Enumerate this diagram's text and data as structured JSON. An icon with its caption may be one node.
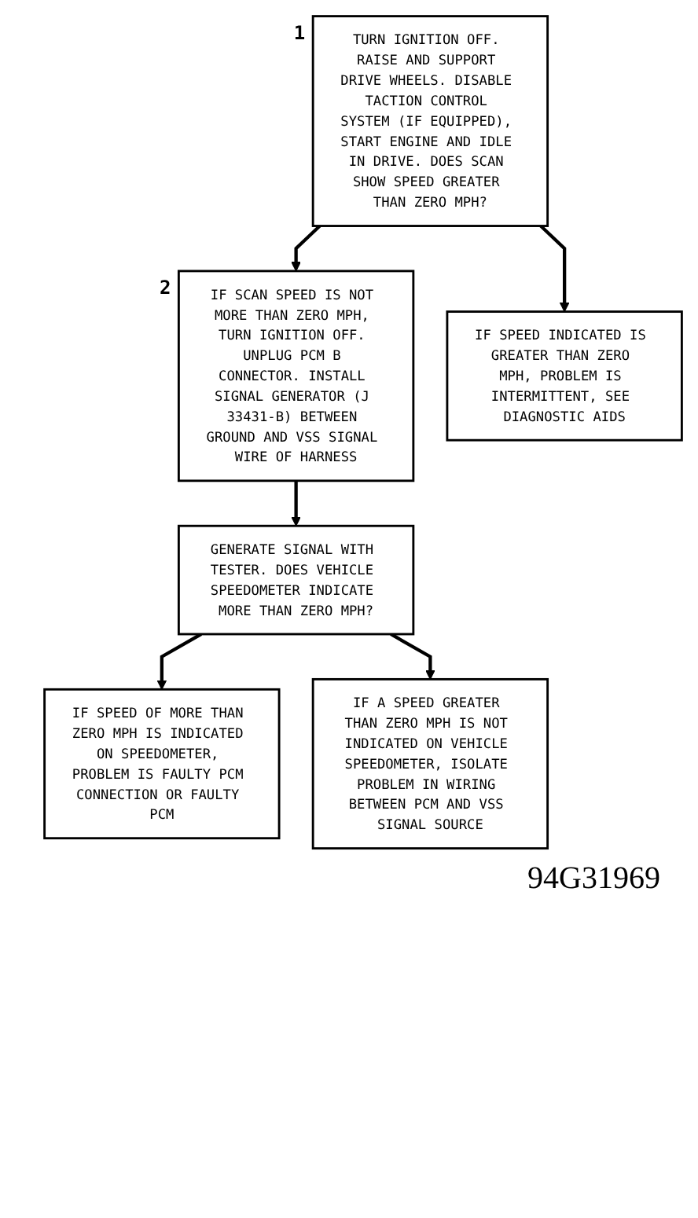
{
  "diagram": {
    "nodes": [
      {
        "text": [
          "TURN IGNITION OFF. RAISE AND SUPPORT DRIVE WHEELS. DISABLE TACTION CONTROL SYSTEM (IF EQUIPPED), START ENGINE AND IDLE IN DRIVE. DOES SCAN SHOW SPEED GREATER THAN ZERO MPH?"
        ],
        "beside": [
          "1"
        ]
      },
      {
        "text": [
          "IF SPEED INDICATED IS GREATER THAN ZERO MPH, PROBLEM IS INTERMITTENT, SEE DIAGNOSTIC AIDS"
        ]
      },
      {
        "text": [
          "IF SCAN SPEED IS NOT MORE THAN ZERO MPH, TURN IGNITION OFF. UNPLUG PCM B CONNECTOR. INSTALL SIGNAL GENERATOR (J 33431-B) BETWEEN GROUND AND VSS SIGNAL WIRE OF HARNESS"
        ],
        "beside": [
          "2"
        ]
      },
      {
        "text": [
          "GENERATE SIGNAL WITH TESTER. DOES VEHICLE SPEEDOMETER INDICATE MORE THAN ZERO MPH?"
        ]
      },
      {
        "text": [
          "IF SPEED OF MORE THAN ZERO MPH IS INDICATED ON SPEEDOMETER, PROBLEM IS FAULTY PCM CONNECTION OR FAULTY PCM"
        ]
      },
      {
        "text": [
          "IF A SPEED GREATER THAN ZERO MPH IS NOT INDICATED ON VEHICLE SPEEDOMETER, ISOLATE PROBLEM IN WIRING BETWEEN PCM AND VSS SIGNAL SOURCE"
        ]
      }
    ],
    "edges": [
      {
        "from": 0,
        "to": 1,
        "arrow": "to"
      },
      {
        "from": 0,
        "to": 2,
        "arrow": "to"
      },
      {
        "from": 2,
        "to": 3,
        "arrow": "to"
      },
      {
        "from": 3,
        "to": 4,
        "arrow": "to"
      },
      {
        "from": 3,
        "to": 5,
        "arrow": "to"
      }
    ],
    "labels": [
      "94G31969"
    ]
  }
}
